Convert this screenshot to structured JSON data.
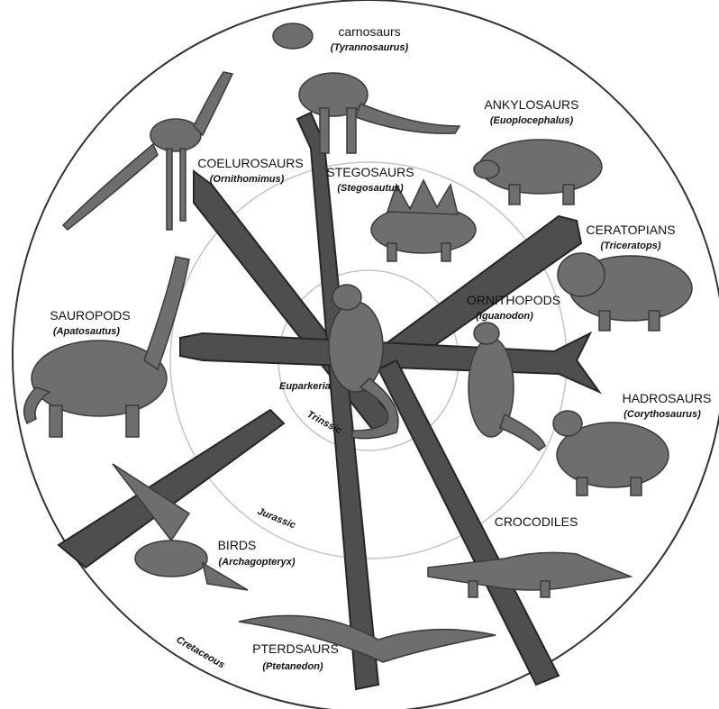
{
  "center": {
    "label": "Euparkeria"
  },
  "periods": [
    {
      "id": "triassic",
      "label": "Trinssic"
    },
    {
      "id": "jurassic",
      "label": "Jurassic"
    },
    {
      "id": "cretaceous",
      "label": "Cretaceous"
    }
  ],
  "groups": [
    {
      "id": "carnosaurs",
      "name": "carnosaurs",
      "genus": "(Tyrannosaurus)"
    },
    {
      "id": "ankylosaurs",
      "name": "ANKYLOSAURS",
      "genus": "(Euoplocephalus)"
    },
    {
      "id": "coelurosaurs",
      "name": "COELUROSAURS",
      "genus": "(Ornithomimus)"
    },
    {
      "id": "stegosaurs",
      "name": "STEGOSAURS",
      "genus": "(Stegosautus)"
    },
    {
      "id": "ceratopians",
      "name": "CERATOPIANS",
      "genus": "(Triceratops)"
    },
    {
      "id": "ornithopods",
      "name": "ORNITHOPODS",
      "genus": "(Iguanodon)"
    },
    {
      "id": "sauropods",
      "name": "SAUROPODS",
      "genus": "(Apatosautus)"
    },
    {
      "id": "hadrosaurs",
      "name": "HADROSAURS",
      "genus": "(Corythosaurus)"
    },
    {
      "id": "crocodiles",
      "name": "CROCODILES",
      "genus": ""
    },
    {
      "id": "birds",
      "name": "BIRDS",
      "genus": "(Archagopteryx)"
    },
    {
      "id": "pterosaurs",
      "name": "PTERDSAURS",
      "genus": "(Ptetanedon)"
    }
  ],
  "colors": {
    "arm": "#505050",
    "arm_edge": "#2a2a2a",
    "ring": "#bdbdbd",
    "outer_ring": "#333333",
    "animal": "#6e6e6e"
  }
}
